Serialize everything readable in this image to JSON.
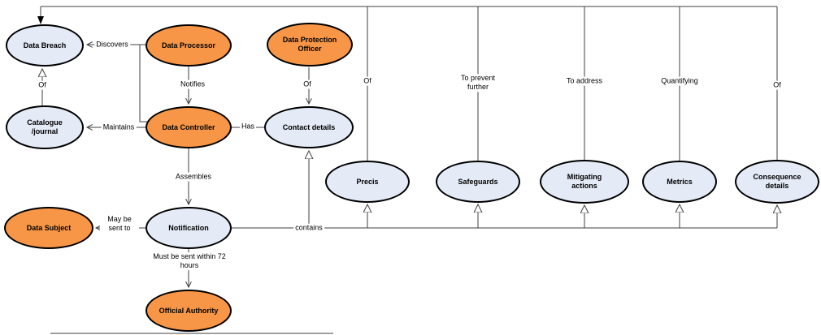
{
  "colors": {
    "orange-fill": "#f79646",
    "light-fill": "#e4eaf6",
    "border": "#000000",
    "line": "#3f3f3f"
  },
  "nodes": {
    "data_breach": {
      "label": "Data Breach"
    },
    "data_processor": {
      "label": "Data Processor"
    },
    "dpo": {
      "label": "Data Protection Officer"
    },
    "catalogue": {
      "label": "Catalogue /journal"
    },
    "data_controller": {
      "label": "Data Controller"
    },
    "contact_details": {
      "label": "Contact details"
    },
    "precis": {
      "label": "Precis"
    },
    "safeguards": {
      "label": "Safeguards"
    },
    "mitigating_actions": {
      "label": "Mitigating actions"
    },
    "metrics": {
      "label": "Metrics"
    },
    "consequence_details": {
      "label": "Consequence details"
    },
    "data_subject": {
      "label": "Data Subject"
    },
    "notification": {
      "label": "Notification"
    },
    "official_authority": {
      "label": "Official Authority"
    }
  },
  "edges": {
    "discovers": {
      "label": "Discovers",
      "from": "data_processor",
      "to": "data_breach"
    },
    "notifies": {
      "label": "Notifies",
      "from": "data_processor",
      "to": "data_controller"
    },
    "of_catalogue": {
      "label": "Of",
      "from": "catalogue",
      "to": "data_breach"
    },
    "of_dpo": {
      "label": "Of",
      "from": "dpo",
      "to": "contact_details"
    },
    "maintains": {
      "label": "Maintains",
      "from": "data_controller",
      "to": "catalogue"
    },
    "has": {
      "label": "Has",
      "from": "data_controller",
      "to": "contact_details"
    },
    "assembles": {
      "label": "Assembles",
      "from": "data_controller",
      "to": "notification"
    },
    "may_be_sent_to": {
      "label": "May be sent to",
      "from": "notification",
      "to": "data_subject"
    },
    "must_be_sent": {
      "label": "Must be sent within 72 hours",
      "from": "notification",
      "to": "official_authority"
    },
    "contains": {
      "label": "contains",
      "from": "notification",
      "to": "contact_details, precis, safeguards, mitigating_actions, metrics, consequence_details"
    },
    "of_precis": {
      "label": "Of",
      "from": "precis",
      "to": "data_breach"
    },
    "to_prevent_further": {
      "label": "To prevent further",
      "from": "safeguards",
      "to": "data_breach"
    },
    "to_address": {
      "label": "To address",
      "from": "mitigating_actions",
      "to": "data_breach"
    },
    "quantifying": {
      "label": "Quantifying",
      "from": "metrics",
      "to": "data_breach"
    },
    "of_consequence": {
      "label": "Of",
      "from": "consequence_details",
      "to": "data_breach"
    }
  }
}
